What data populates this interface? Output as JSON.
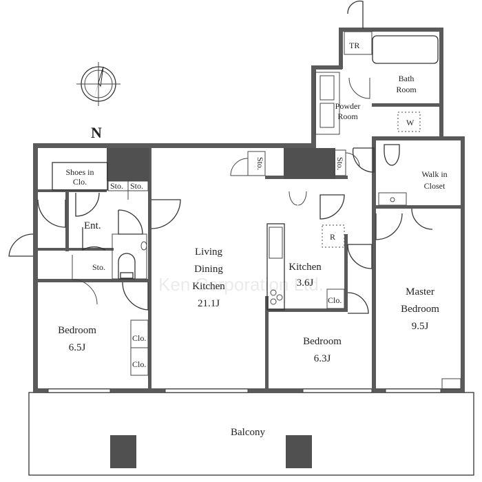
{
  "compass": {
    "north_label": "N"
  },
  "rooms": {
    "shoes": [
      "Shoes in",
      "Clo."
    ],
    "sto": "Sto.",
    "ent": "Ent.",
    "ldk": [
      "Living",
      "Dining",
      "Kitchen",
      "21.1J"
    ],
    "kitchen": [
      "Kitchen",
      "3.6J"
    ],
    "refrigerator": "R",
    "clo": "Clo.",
    "bedroom1": [
      "Bedroom",
      "6.5J"
    ],
    "bedroom2": [
      "Bedroom",
      "6.3J"
    ],
    "master": [
      "Master",
      "Bedroom",
      "9.5J"
    ],
    "walkin": [
      "Walk in",
      "Closet"
    ],
    "powder": [
      "Powder",
      "Room"
    ],
    "bath": [
      "Bath",
      "Room"
    ],
    "tr": "TR",
    "washer": "W",
    "balcony": "Balcony"
  },
  "watermark": "Ken Corporation Ltd."
}
